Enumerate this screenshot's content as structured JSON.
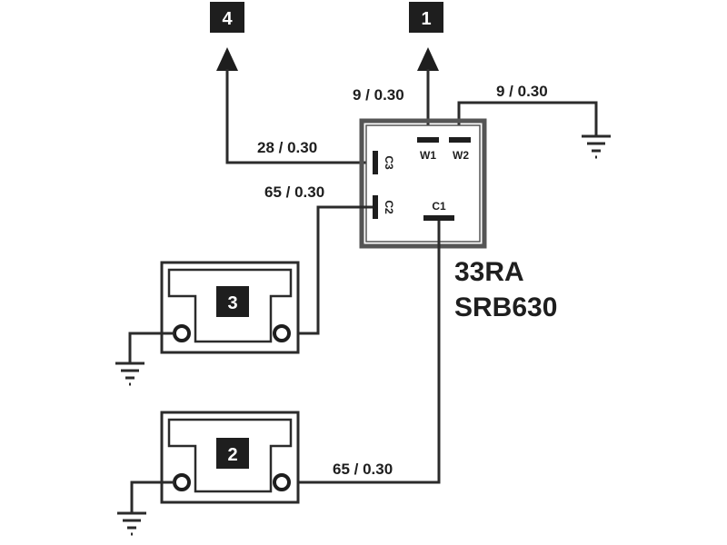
{
  "terminals": {
    "t4": "4",
    "t1": "1",
    "t3": "3",
    "t2": "2"
  },
  "wires": {
    "w1": "9 / 0.30",
    "w2": "9 / 0.30",
    "c3": "28 / 0.30",
    "c2": "65 / 0.30",
    "c1": "65 / 0.30"
  },
  "relay": {
    "pins": {
      "w1": "W1",
      "w2": "W2",
      "c3": "C3",
      "c2": "C2",
      "c1": "C1"
    },
    "code": "33RA",
    "part": "SRB630"
  },
  "colors": {
    "line": "#2b2b2b",
    "terminal_fill": "#1e1e1e",
    "box_border": "#555555"
  }
}
